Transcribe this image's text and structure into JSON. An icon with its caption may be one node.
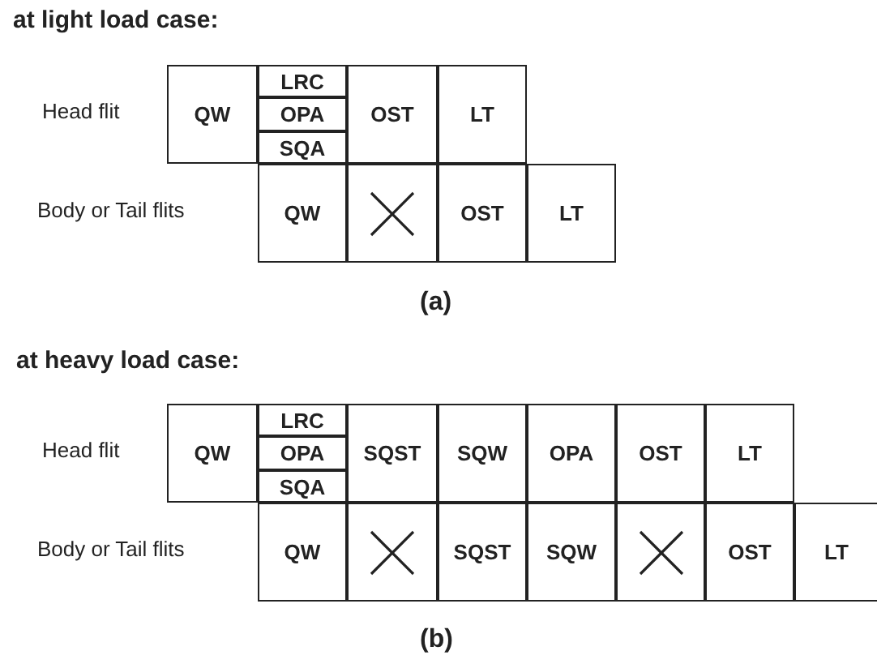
{
  "diagram": {
    "nodes": [
      {
        "text": [
          "QW"
        ]
      },
      {
        "text": [
          "LRC"
        ]
      },
      {
        "text": [
          "OPA"
        ]
      },
      {
        "text": [
          "SQA"
        ]
      },
      {
        "text": [
          "OST"
        ]
      },
      {
        "text": [
          "LT"
        ]
      },
      {
        "text": [
          "QW"
        ]
      },
      {
        "text": [],
        "shape": "box"
      },
      {
        "text": [
          "OST"
        ]
      },
      {
        "text": [
          "LT"
        ]
      },
      {
        "text": [
          "QW"
        ]
      },
      {
        "text": [
          "LRC"
        ]
      },
      {
        "text": [
          "OPA"
        ]
      },
      {
        "text": [
          "SQA"
        ]
      },
      {
        "text": [
          "SQST"
        ]
      },
      {
        "text": [
          "SQW"
        ]
      },
      {
        "text": [
          "OPA"
        ]
      },
      {
        "text": [
          "OST"
        ]
      },
      {
        "text": [
          "LT"
        ]
      },
      {
        "text": [
          "QW"
        ]
      },
      {
        "text": [],
        "shape": "box"
      },
      {
        "text": [
          "SQST"
        ]
      },
      {
        "text": [
          "SQW"
        ]
      },
      {
        "text": [],
        "shape": "box"
      },
      {
        "text": [
          "OST"
        ]
      },
      {
        "text": [
          "LT"
        ]
      }
    ],
    "labels": [
      "at light load case:",
      "Head flit",
      "Body or Tail flits",
      "(a)",
      "at heavy load case:",
      "Head flit",
      "Body or Tail flits",
      "(b)"
    ]
  }
}
